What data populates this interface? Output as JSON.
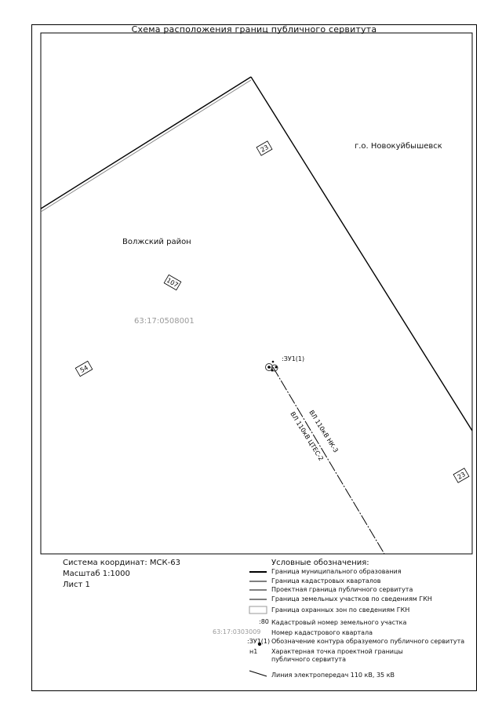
{
  "title": "Схема расположения границ публичного сервитута",
  "map": {
    "labels": {
      "municipality_right": "г.о. Новокуйбышевск",
      "municipality_left": "Волжский район",
      "quarter_number": "63:17:0508001",
      "contour_label": ":ЗУ1(1)",
      "line_label_1": "ВЛ 110кВ НК-3",
      "line_label_2": "ВЛ 110кВ ЦТЕС-2"
    },
    "parcel_numbers": [
      "23",
      "107",
      "54",
      "23"
    ]
  },
  "info": {
    "coord_system": "Система координат: МСК-63",
    "scale": "Масштаб 1:1000",
    "sheet": "Лист 1"
  },
  "legend": {
    "title": "Условные обозначения:",
    "items": [
      {
        "label": "Граница муниципального образования",
        "type": "thick-line"
      },
      {
        "label": "Граница кадастровых кварталов",
        "type": "line"
      },
      {
        "label": "Проектная граница публичного сервитута",
        "type": "line"
      },
      {
        "label": "Граница земельных участков по сведениям ГКН",
        "type": "line"
      },
      {
        "label": "Граница охранных зон по сведениям ГКН",
        "type": "rect"
      },
      {
        "label": "Кадастровый номер земельного участка",
        "symbol": ":80"
      },
      {
        "label": "Номер кадастрового квартала",
        "symbol": "63:17:0303009"
      },
      {
        "label": "Обозначение контура образуемого публичного сервитута",
        "symbol": ":ЗУ1(1)"
      },
      {
        "label": "Характерная точка проектной границы публичного сервитута",
        "symbol": "н1"
      },
      {
        "label": "Линия электропередач 110 кВ, 35 кВ",
        "type": "power-line"
      }
    ]
  }
}
